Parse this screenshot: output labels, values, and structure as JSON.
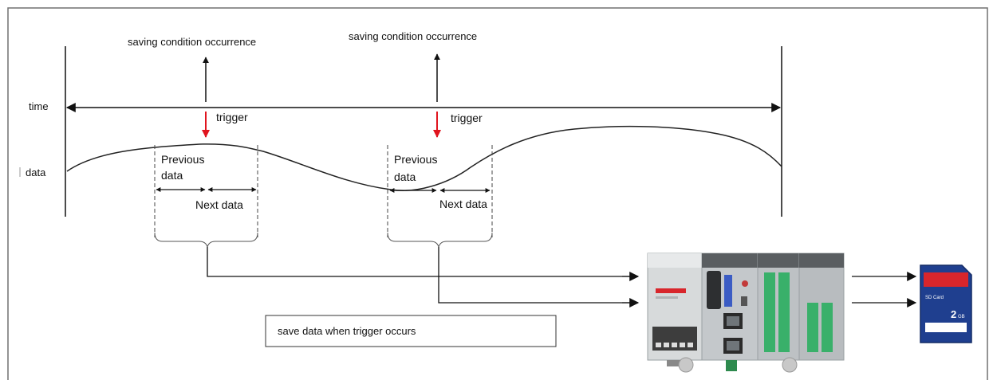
{
  "labels": {
    "time": "time",
    "data": "data",
    "saving_condition_1": "saving condition occurrence",
    "saving_condition_2": "saving condition occurrence",
    "trigger_1": "trigger",
    "trigger_2": "trigger",
    "previous_1_line1": "Previous",
    "previous_1_line2": "data",
    "previous_2_line1": "Previous",
    "previous_2_line2": "data",
    "next_1": "Next data",
    "next_2": "Next data",
    "save_box": "save data when trigger occurs"
  },
  "sd_card": {
    "capacity": "2",
    "unit": "GB",
    "brand": "SD Card"
  },
  "colors": {
    "trigger_arrow": "#e0141e",
    "line": "#111111",
    "border": "#707070",
    "sd_red": "#d8262c",
    "sd_blue": "#1f3f8f",
    "plc_gray": "#bfc3c6",
    "terminal_green": "#39b06a"
  }
}
